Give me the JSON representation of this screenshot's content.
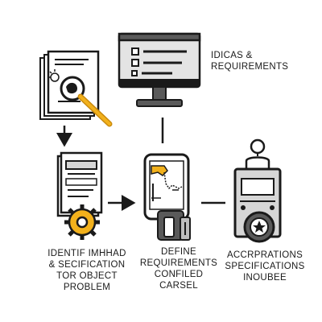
{
  "labels": {
    "top": [
      "IDICAS &",
      "REQUIREMENTS"
    ],
    "left": [
      "IDENTIF IMHHAD",
      "& SECIFICATION",
      "TOR OBJECT",
      "PROBLEM"
    ],
    "middle": [
      "DEFINE",
      "REQUIREMENTS",
      "CONFILED",
      "CARSEL"
    ],
    "right": [
      "ACCRPRATIONS",
      "SPECIFICATIONS",
      "INOUBEE"
    ]
  },
  "colors": {
    "ink": "#1a1a1a",
    "accent": "#f2b11c",
    "accent_dark": "#c98a0e",
    "screen_gray": "#d6d6d6",
    "panel_gray": "#bdbdbd",
    "dark_gray": "#5a5a5a"
  },
  "icons": {
    "top": "monitor-checklist-icon",
    "left_upper": "document-magnifier-icon",
    "left_lower": "document-gear-icon",
    "middle": "smartphone-blueprint-icon",
    "right": "person-machine-icon"
  }
}
